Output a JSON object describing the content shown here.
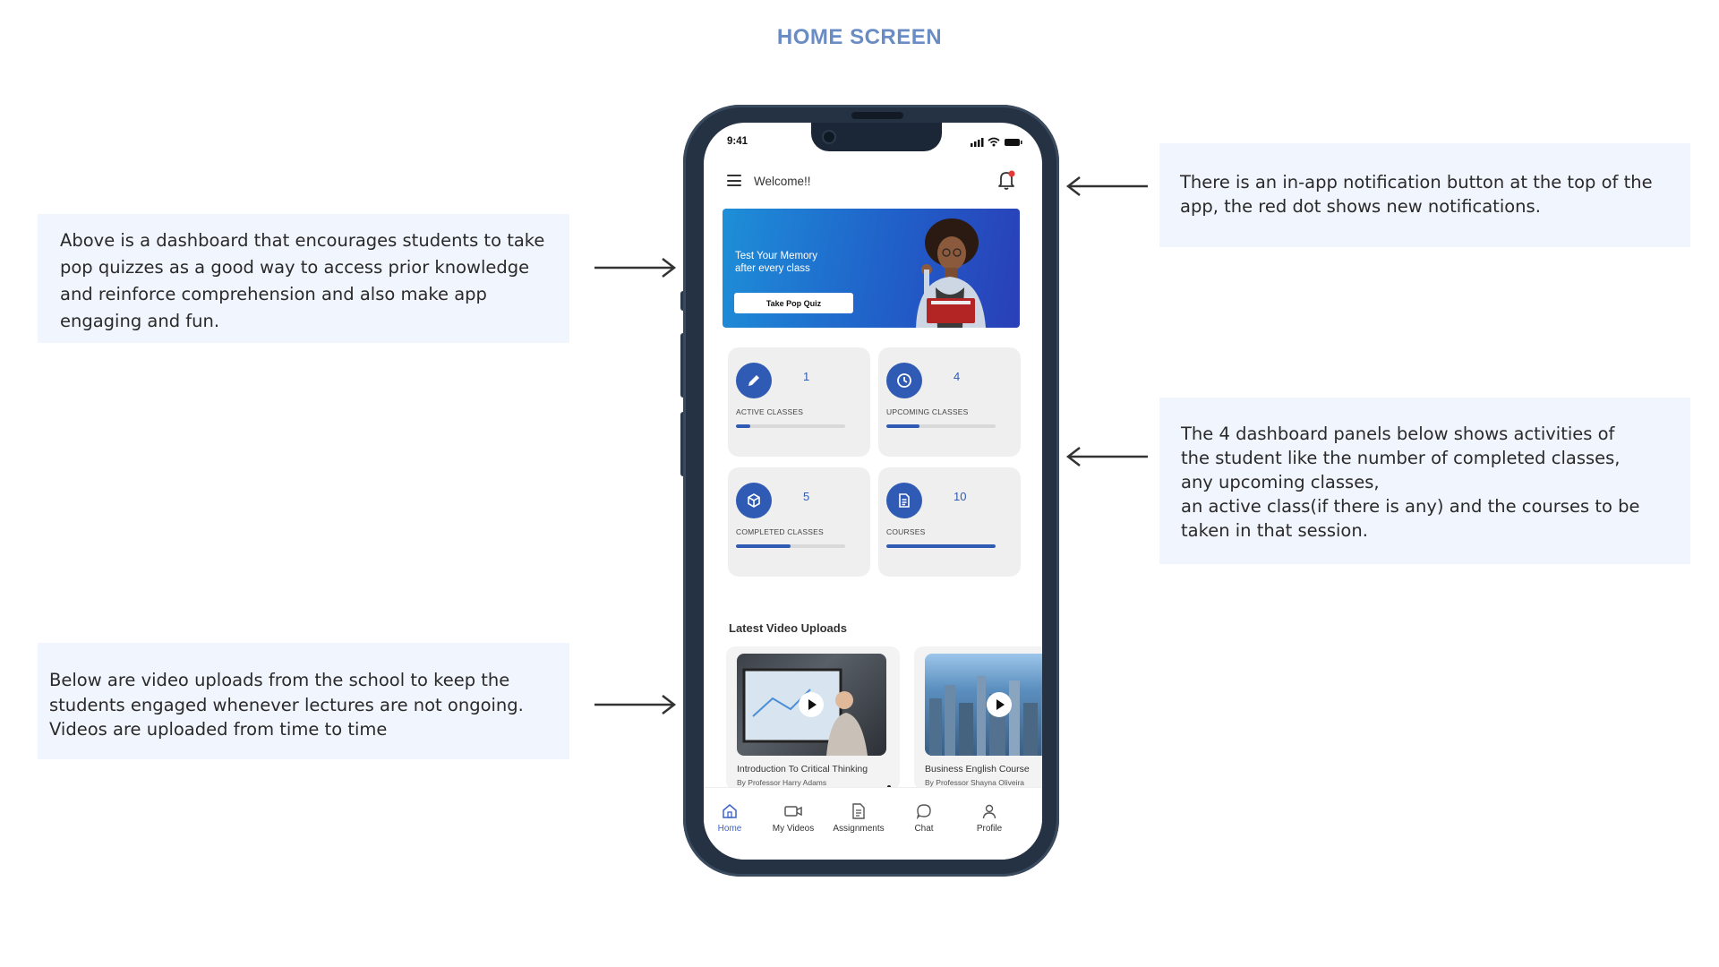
{
  "page": {
    "title": "HOME SCREEN"
  },
  "notes": {
    "dashboard_left": "Above is a dashboard that encourages students to take pop quizzes as a good way to access prior knowledge and reinforce comprehension and also make app engaging and fun.",
    "videos_left": "Below are video uploads from the school to keep the students engaged whenever lectures are not ongoing. Videos are uploaded from time to time",
    "notification_right": "There is an in-app notification button at the top of the app, the red dot shows new notifications.",
    "panels_right": [
      "The 4 dashboard panels below shows  activities of",
      "the student like the number of completed classes,",
      "any upcoming classes,",
      "an active class(if there is any) and the courses to be",
      "taken in that session."
    ]
  },
  "phone": {
    "status_time": "9:41",
    "header": {
      "welcome": "Welcome!!"
    },
    "banner": {
      "line1": "Test Your Memory",
      "line2": "after every class",
      "button_label": "Take Pop Quiz"
    },
    "stats": [
      {
        "value": "1",
        "label": "ACTIVE CLASSES",
        "icon": "pencil-icon",
        "progress": 0.13
      },
      {
        "value": "4",
        "label": "UPCOMING CLASSES",
        "icon": "clock-icon",
        "progress": 0.3
      },
      {
        "value": "5",
        "label": "COMPLETED CLASSES",
        "icon": "cube-icon",
        "progress": 0.5
      },
      {
        "value": "10",
        "label": "COURSES",
        "icon": "document-icon",
        "progress": 1.0
      }
    ],
    "videos_section_title": "Latest Video Uploads",
    "videos": [
      {
        "title": "Introduction To Critical Thinking",
        "author": "By Professor Harry Adams"
      },
      {
        "title": "Business English Course",
        "author": "By Professor Shayna Oliveira"
      }
    ],
    "nav": [
      {
        "label": "Home",
        "icon": "home-icon",
        "active": true
      },
      {
        "label": "My Videos",
        "icon": "video-camera-icon",
        "active": false
      },
      {
        "label": "Assignments",
        "icon": "assignment-icon",
        "active": false
      },
      {
        "label": "Chat",
        "icon": "chat-icon",
        "active": false
      },
      {
        "label": "Profile",
        "icon": "profile-icon",
        "active": false
      }
    ]
  },
  "colors": {
    "accent": "#2f5bb4",
    "title": "#6a8cc4",
    "note_bg": "#f1f5fd",
    "notification_dot": "#e53935"
  }
}
